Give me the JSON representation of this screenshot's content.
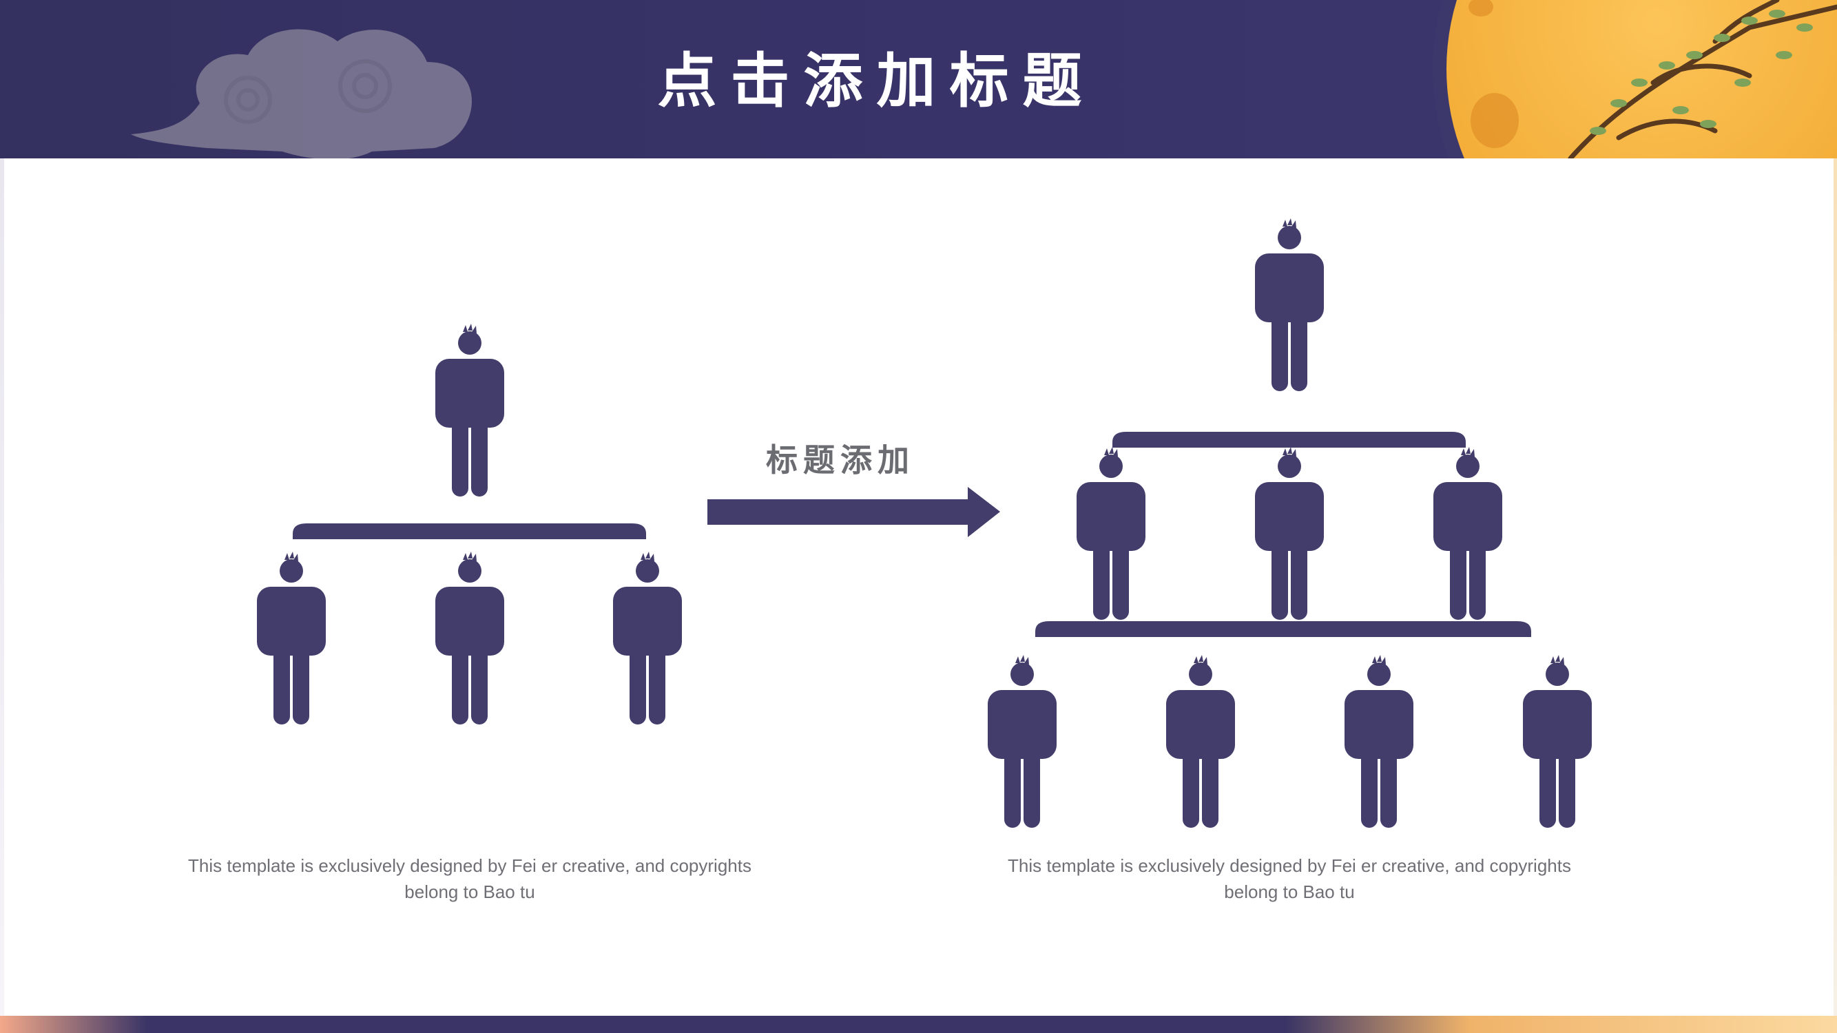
{
  "slide": {
    "title": "点击添加标题",
    "arrow_label": "标题添加",
    "caption_left": "This template is exclusively designed by Fei er creative, and copyrights belong to Bao tu",
    "caption_right": "This template is exclusively designed by Fei er creative, and copyrights belong to Bao tu"
  },
  "colors": {
    "header_background": "#34305f",
    "figure_color": "#433d6b",
    "title_text": "#ffffff",
    "arrow_label_text": "#6b6b72",
    "caption_text": "#6f6f76",
    "moon": "#f5b23c"
  },
  "diagrams": {
    "left_hierarchy": {
      "top_level_people": 1,
      "second_level_people": 3
    },
    "right_hierarchy": {
      "top_level_people": 1,
      "second_level_people": 3,
      "third_level_people": 4
    }
  },
  "icons": [
    "person-icon",
    "right-arrow-icon",
    "cloud-icon",
    "moon-icon",
    "branch-icon"
  ]
}
